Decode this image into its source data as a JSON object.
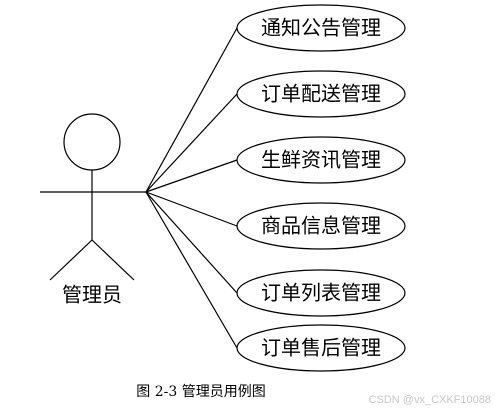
{
  "actor": {
    "label": "管理员"
  },
  "use_cases": [
    {
      "label": "通知公告管理"
    },
    {
      "label": "订单配送管理"
    },
    {
      "label": "生鲜资讯管理"
    },
    {
      "label": "商品信息管理"
    },
    {
      "label": "订单列表管理"
    },
    {
      "label": "订单售后管理"
    }
  ],
  "caption": "图 2-3  管理员用例图",
  "watermark": "CSDN @vx_CXKF10088"
}
